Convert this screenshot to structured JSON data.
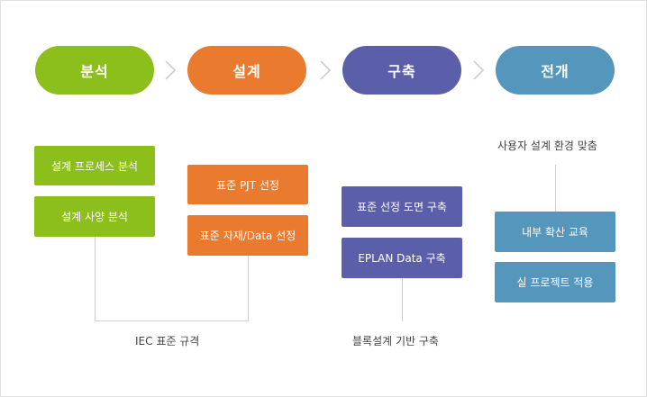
{
  "stages": [
    {
      "label": "분석",
      "color": "#8cbf1c"
    },
    {
      "label": "설계",
      "color": "#ea7a2d"
    },
    {
      "label": "구축",
      "color": "#5b5faa"
    },
    {
      "label": "전개",
      "color": "#5596bd"
    }
  ],
  "analysis": {
    "items": [
      "설계 프로세스 분석",
      "설계 사양 분석"
    ]
  },
  "design": {
    "items": [
      "표준 PJT 선정",
      "표준 자재/Data 선정"
    ]
  },
  "build": {
    "items": [
      "표준 선정 도면 구축",
      "EPLAN Data 구축"
    ]
  },
  "deploy": {
    "items": [
      "내부 확산 교육",
      "실 프로젝트 적용"
    ]
  },
  "notes": {
    "iec": "IEC 표준 규격",
    "block": "블록설계 기반 구축",
    "environment": "사용자 설계 환경 맞춤"
  }
}
